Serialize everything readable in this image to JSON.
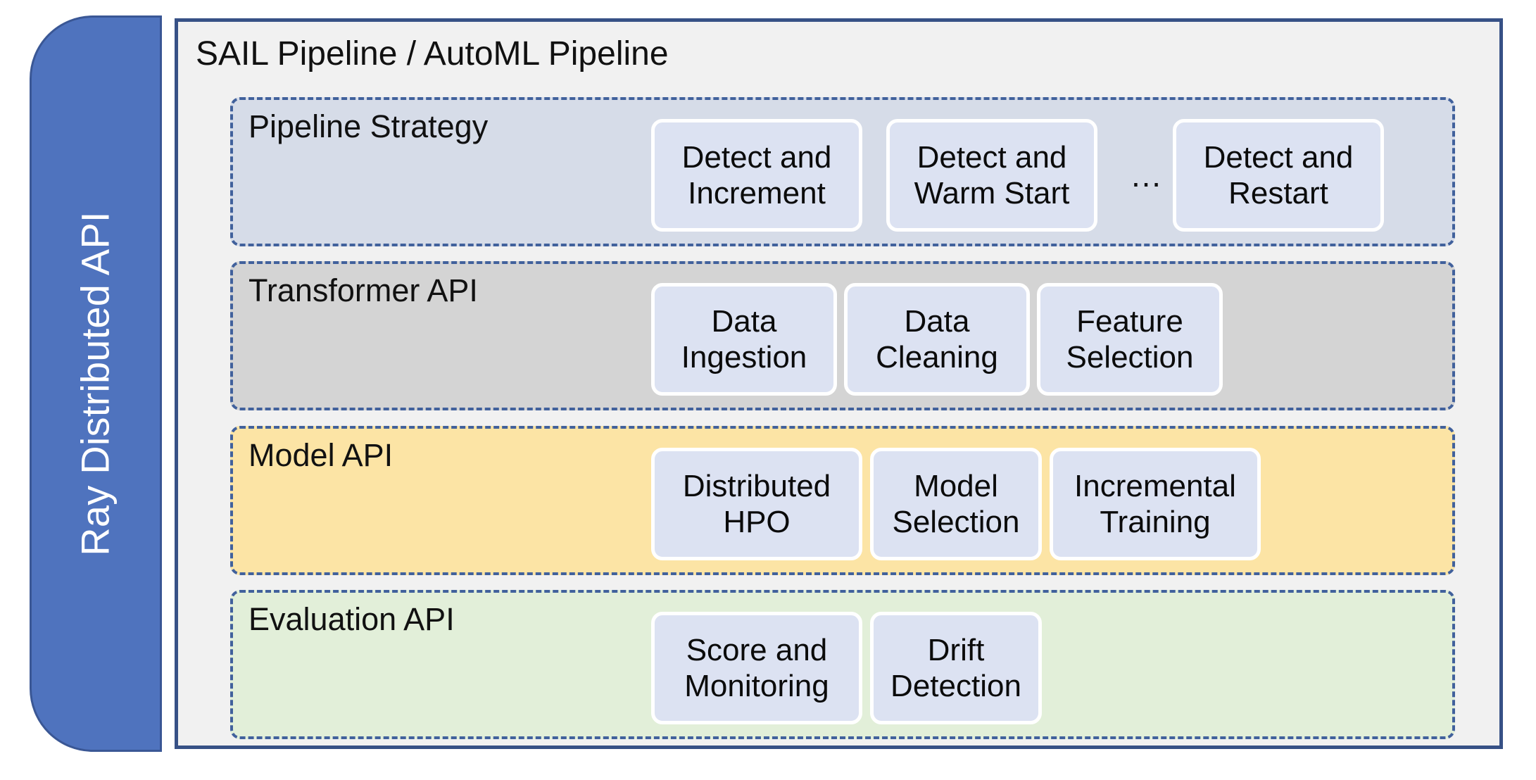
{
  "sidebar": {
    "label": "Ray\nDistributed API",
    "label_line1": "Ray",
    "label_line2": "Distributed API",
    "fill_color": "#4F73BE",
    "text_color": "#FFFFFF"
  },
  "panel": {
    "title": "SAIL Pipeline / AutoML Pipeline",
    "background_color": "#F1F1F1",
    "border_color": "#375186"
  },
  "layers": [
    {
      "title": "Pipeline Strategy",
      "fill_color": "#D6DCE8",
      "border_color": "#41619C",
      "cards": [
        {
          "line1": "Detect and",
          "line2": "Increment"
        },
        {
          "line1": "Detect and",
          "line2": "Warm Start"
        },
        {
          "line1": "Detect and",
          "line2": "Restart"
        }
      ],
      "ellipsis": "…"
    },
    {
      "title": "Transformer API",
      "fill_color": "#D4D4D4",
      "border_color": "#41619C",
      "cards": [
        {
          "line1": "Data",
          "line2": "Ingestion"
        },
        {
          "line1": "Data",
          "line2": "Cleaning"
        },
        {
          "line1": "Feature",
          "line2": "Selection"
        }
      ]
    },
    {
      "title": "Model API",
      "fill_color": "#FCE4A5",
      "border_color": "#41619C",
      "cards": [
        {
          "line1": "Distributed",
          "line2": "HPO"
        },
        {
          "line1": "Model",
          "line2": "Selection"
        },
        {
          "line1": "Incremental",
          "line2": "Training"
        }
      ]
    },
    {
      "title": "Evaluation API",
      "fill_color": "#E2EFD9",
      "border_color": "#41619C",
      "cards": [
        {
          "line1": "Score and",
          "line2": "Monitoring"
        },
        {
          "line1": "Drift",
          "line2": "Detection"
        }
      ]
    }
  ],
  "card_style": {
    "fill_color": "#DCE2F2",
    "border_color": "#FFFFFF"
  }
}
